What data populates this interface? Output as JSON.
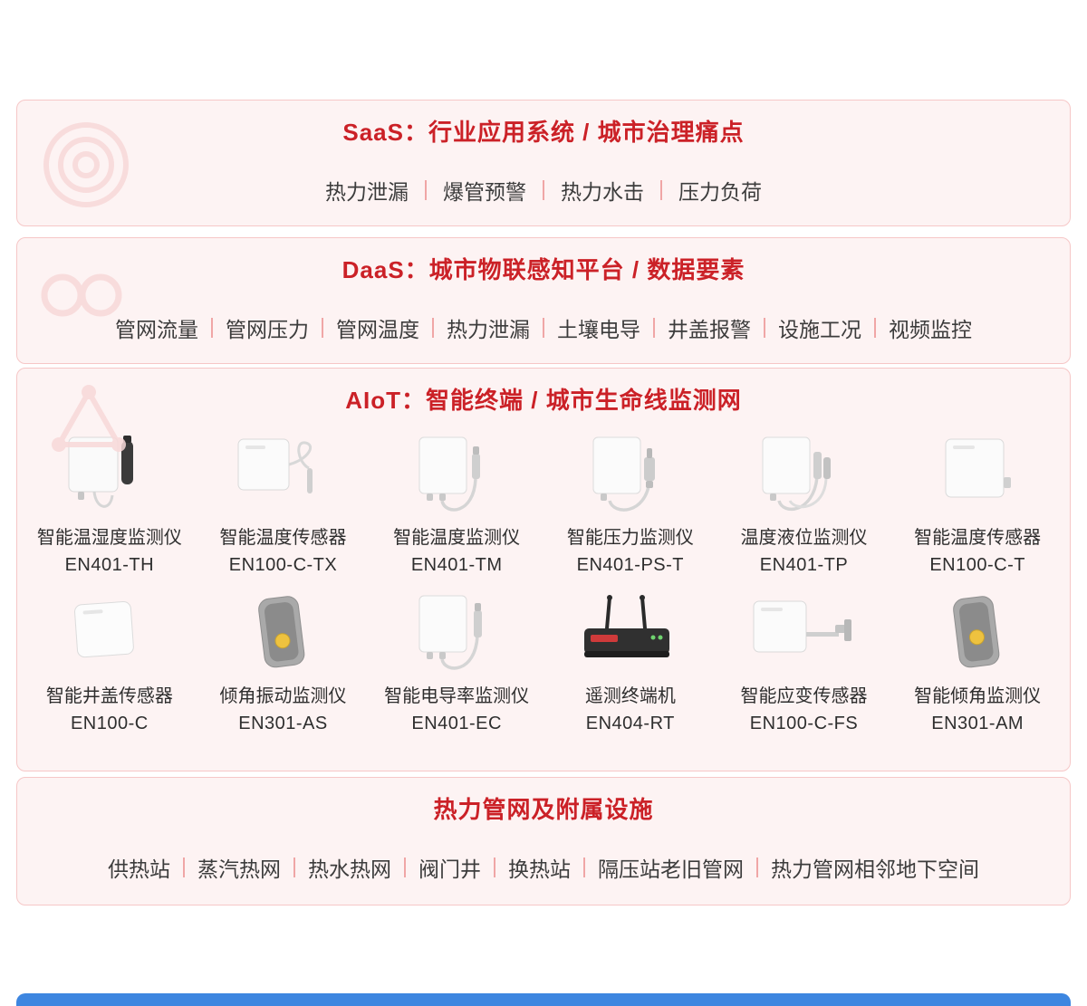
{
  "colors": {
    "section_bg": "#fdf3f3",
    "section_border": "#f6c7c7",
    "title_red": "#cb2127",
    "item_text": "#3c3c3c",
    "divider_pink": "#f0a6a6",
    "bottom_bar_blue": "#3d86e0",
    "tilt_sensor_accent_yellow": "#eec23f"
  },
  "saas": {
    "title": "SaaS：行业应用系统 / 城市治理痛点",
    "items": [
      "热力泄漏",
      "爆管预警",
      "热力水击",
      "压力负荷"
    ]
  },
  "daas": {
    "title": "DaaS：城市物联感知平台 / 数据要素",
    "items": [
      "管网流量",
      "管网压力",
      "管网温度",
      "热力泄漏",
      "土壤电导",
      "井盖报警",
      "设施工况",
      "视频监控"
    ]
  },
  "aiot": {
    "title": "AIoT：智能终端 / 城市生命线监测网",
    "devices": [
      {
        "name": "智能温湿度监测仪",
        "model": "EN401-TH"
      },
      {
        "name": "智能温度传感器",
        "model": "EN100-C-TX"
      },
      {
        "name": "智能温度监测仪",
        "model": "EN401-TM"
      },
      {
        "name": "智能压力监测仪",
        "model": "EN401-PS-T"
      },
      {
        "name": "温度液位监测仪",
        "model": "EN401-TP"
      },
      {
        "name": "智能温度传感器",
        "model": "EN100-C-T"
      },
      {
        "name": "智能井盖传感器",
        "model": "EN100-C"
      },
      {
        "name": "倾角振动监测仪",
        "model": "EN301-AS"
      },
      {
        "name": "智能电导率监测仪",
        "model": "EN401-EC"
      },
      {
        "name": "遥测终端机",
        "model": "EN404-RT"
      },
      {
        "name": "智能应变传感器",
        "model": "EN100-C-FS"
      },
      {
        "name": "智能倾角监测仪",
        "model": "EN301-AM"
      }
    ]
  },
  "facilities": {
    "title": "热力管网及附属设施",
    "items": [
      "供热站",
      "蒸汽热网",
      "热水热网",
      "阀门井",
      "换热站",
      "隔压站老旧管网",
      "热力管网相邻地下空间"
    ]
  }
}
